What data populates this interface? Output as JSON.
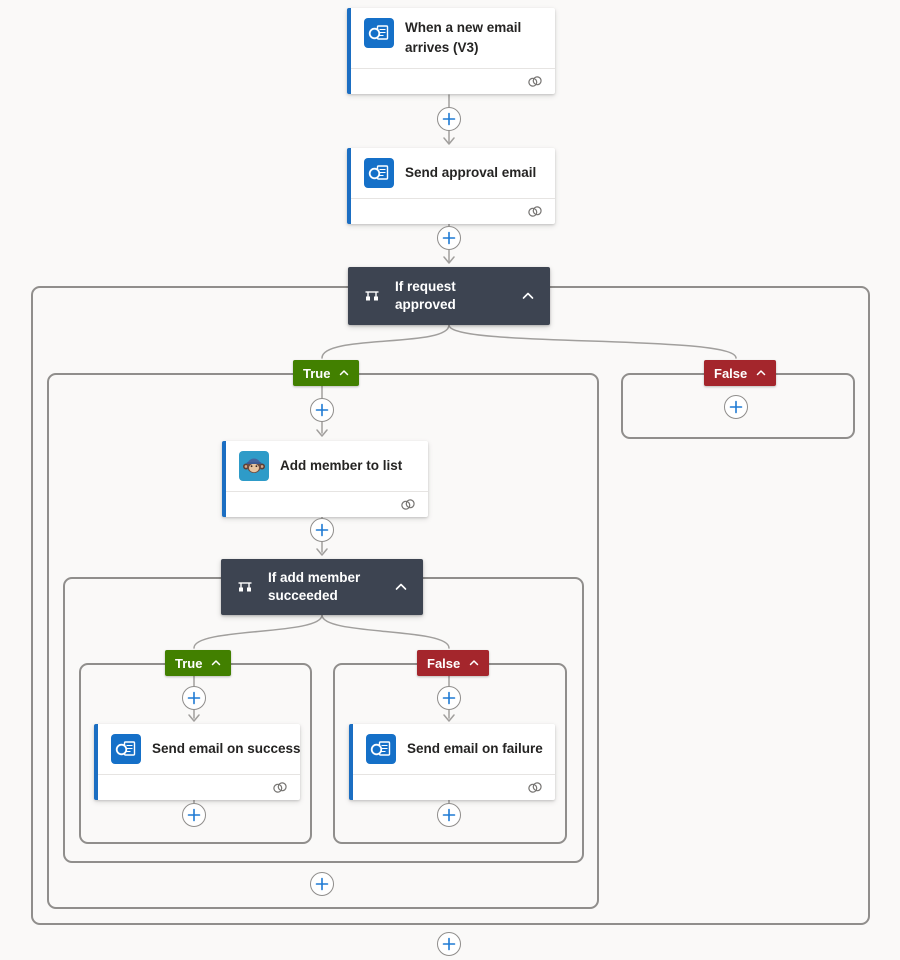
{
  "colors": {
    "accent": "#1b6ec2",
    "condition_bg": "#3d4451",
    "true_green": "#428000",
    "false_red": "#a4262c",
    "plus_blue": "#1e7ad4",
    "wire": "#a19f9d",
    "outlook_blue": "#1570c8",
    "mailchimp_blue": "#2e9bc8"
  },
  "trigger": {
    "label": "When a new email arrives (V3)",
    "icon": "outlook-icon"
  },
  "actions": {
    "send_approval": {
      "label": "Send approval email",
      "icon": "outlook-icon"
    },
    "add_member": {
      "label": "Add member to list",
      "icon": "mailchimp-icon"
    },
    "send_success": {
      "label": "Send email on success",
      "icon": "outlook-icon"
    },
    "send_failure": {
      "label": "Send email on failure",
      "icon": "outlook-icon"
    }
  },
  "conditions": {
    "request_approved": {
      "label": "If request approved"
    },
    "add_member_succeeded": {
      "label": "If add member succeeded"
    }
  },
  "branch_labels": {
    "true": "True",
    "false": "False"
  }
}
